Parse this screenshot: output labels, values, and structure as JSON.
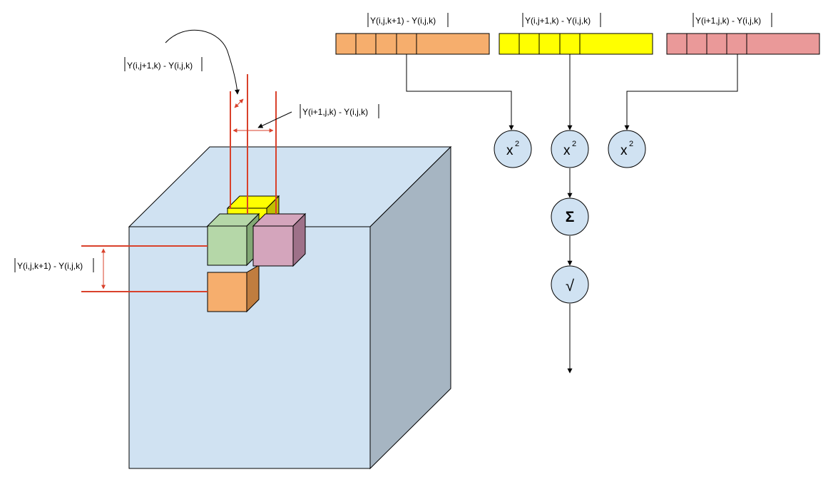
{
  "labels": {
    "dz_top": "Y(i,j,k+1) - Y(i,j,k)",
    "dy_top": "Y(i,j+1,k) - Y(i,j,k)",
    "dx_top": "Y(i+1,j,k) - Y(i,j,k)",
    "dy_cube": "Y(i,j+1,k) - Y(i,j,k)",
    "dx_cube": "Y(i+1,j,k) - Y(i,j,k)",
    "dz_cube": "Y(i,j,k+1) - Y(i,j,k)"
  },
  "operators": {
    "square_base": "x",
    "square_exp": "2",
    "sum": "Σ",
    "sqrt": "√"
  },
  "colors": {
    "cube_front": "#d0e2f2",
    "cube_side": "#a6b5c2",
    "line_red": "#d9412b",
    "orange": "#f6ae6d",
    "orange_dark": "#c07d3f",
    "yellow": "#ffff00",
    "yellow_dark": "#bfbf00",
    "green": "#b5d7a8",
    "green_dark": "#82a875",
    "pink": "#d4a5bc",
    "pink_dark": "#9e7189",
    "salmon": "#ea9999",
    "node_fill": "#d0e2f2"
  },
  "icons": {
    "bar_orange": "orange-feature-bar-icon",
    "bar_yellow": "yellow-feature-bar-icon",
    "bar_salmon": "salmon-feature-bar-icon",
    "square": "square-operator-icon",
    "sum": "sigma-icon",
    "sqrt": "square-root-icon"
  }
}
